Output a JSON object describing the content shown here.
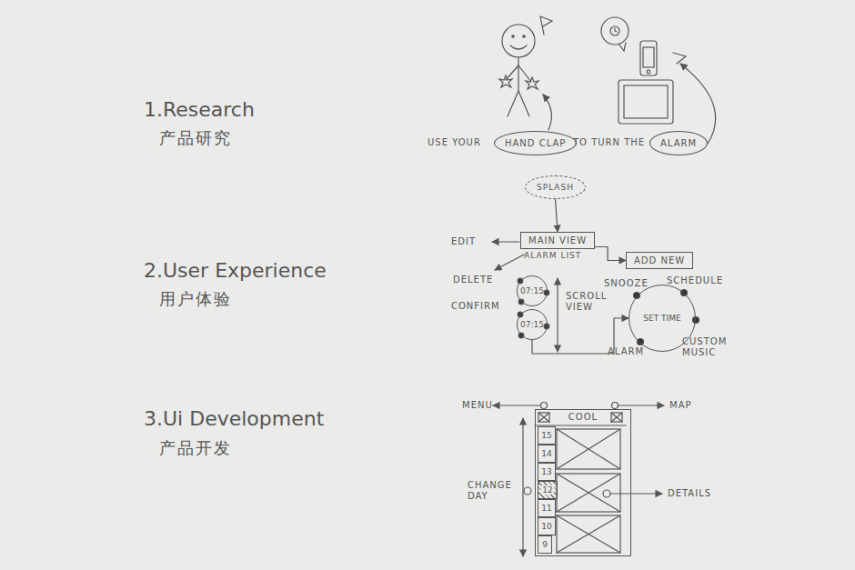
{
  "diagram": {
    "nodes": [
      {
        "text": [
          "HAND CLAP"
        ]
      },
      {
        "text": [
          "ALARM"
        ]
      },
      {
        "text": [
          "SPLASH"
        ]
      },
      {
        "text": [
          "MAIN VIEW",
          "ALARM LIST"
        ]
      },
      {
        "text": [
          "ADD NEW"
        ]
      },
      {
        "text": [
          "07:15"
        ]
      },
      {
        "text": [
          "07:15"
        ]
      },
      {
        "text": [
          "SET TIME"
        ]
      },
      {
        "text": [
          "COOL"
        ]
      },
      {
        "text": [
          "15"
        ],
        "in": 8
      },
      {
        "text": [
          "14"
        ],
        "in": 8
      },
      {
        "text": [
          "13"
        ],
        "in": 8
      },
      {
        "text": [
          "12"
        ],
        "in": 8
      },
      {
        "text": [
          "11"
        ],
        "in": 8
      },
      {
        "text": [
          "10"
        ],
        "in": 8
      },
      {
        "text": [
          "9"
        ],
        "in": 8
      }
    ],
    "edges": [
      {
        "from": 2,
        "to": 3,
        "arrow": "to"
      },
      {
        "from": 3,
        "to": 4,
        "arrow": "to"
      },
      {
        "from": 6,
        "to": 7,
        "arrow": "to"
      }
    ],
    "labels": [
      "1.Research",
      "产品研究",
      "2.User Experience",
      "用户体验",
      "3.Ui Development",
      "产品开发",
      "USE YOUR",
      "TO TURN THE",
      "EDIT",
      "DELETE",
      "CONFIRM",
      "SCROLL VIEW",
      "SNOOZE",
      "SCHEDULE",
      "ALARM",
      "CUSTOM MUSIC",
      "MENU",
      "MAP",
      "CHANGE DAY",
      "DETAILS"
    ]
  }
}
